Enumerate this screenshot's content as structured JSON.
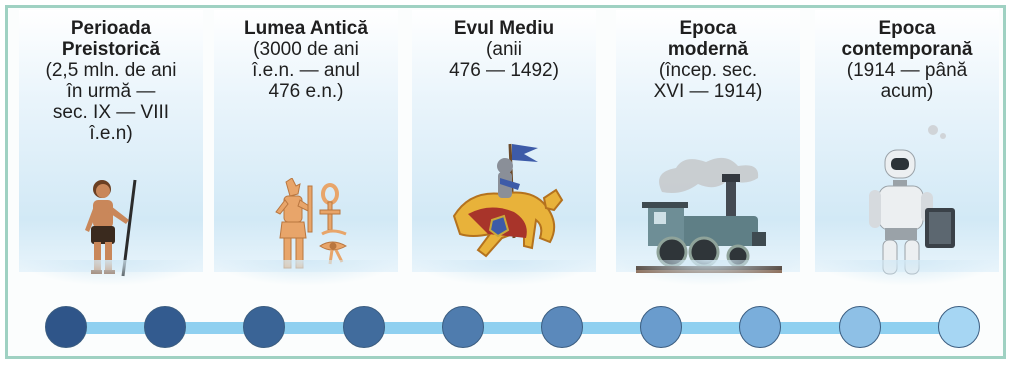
{
  "periods": [
    {
      "title_lines": [
        "Perioada",
        "Preistorică"
      ],
      "date_lines": [
        "(2,5 mln. de ani",
        "în urmă —",
        "sec. IX — VIII",
        "î.e.n)"
      ]
    },
    {
      "title_lines": [
        "Lumea Antică"
      ],
      "date_lines": [
        "(3000 de ani",
        "î.e.n. — anul",
        "476 e.n.)"
      ]
    },
    {
      "title_lines": [
        "Evul Mediu"
      ],
      "date_lines": [
        "(anii",
        "476 — 1492)"
      ]
    },
    {
      "title_lines": [
        "Epoca",
        "modernă"
      ],
      "date_lines": [
        "(încep. sec.",
        "XVI — 1914)"
      ]
    },
    {
      "title_lines": [
        "Epoca",
        "contemporană"
      ],
      "date_lines": [
        "(1914 — până",
        "acum)"
      ]
    }
  ],
  "icons": [
    "caveman-icon",
    "egyptian-hieroglyph-icon",
    "medieval-knight-icon",
    "steam-locomotive-icon",
    "robot-icon"
  ],
  "timeline_dot_colors": [
    "#2f5589",
    "#335b8f",
    "#3a6496",
    "#416c9d",
    "#4f7cae",
    "#5b89bb",
    "#6a9ccd",
    "#7aaedb",
    "#8ec0e6",
    "#a6d6f3"
  ]
}
